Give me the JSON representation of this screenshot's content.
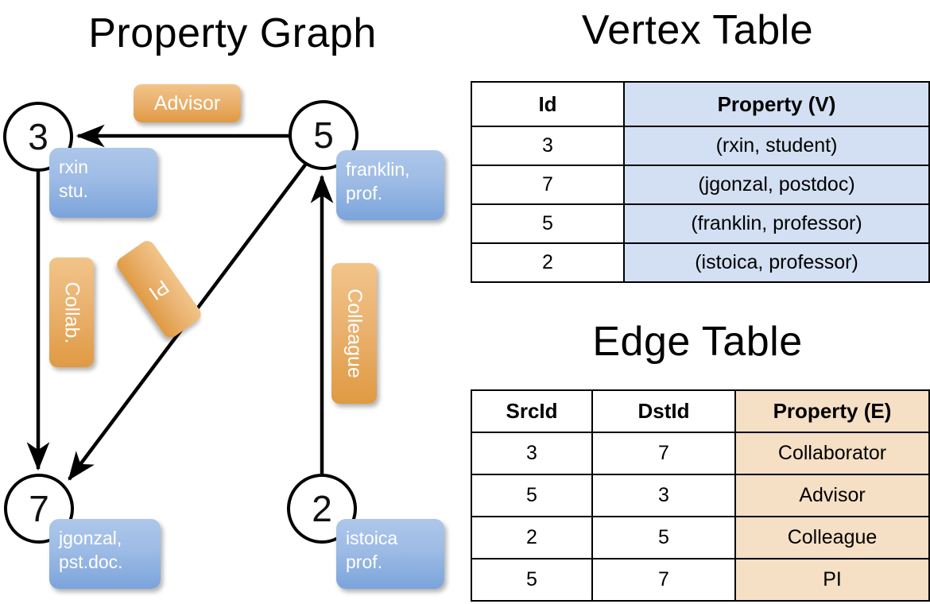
{
  "titles": {
    "graph": "Property Graph",
    "vertex_table": "Vertex Table",
    "edge_table": "Edge Table"
  },
  "graph": {
    "vertices": [
      {
        "id": "3",
        "label": "rxin\nstu.",
        "name_line1": "rxin",
        "name_line2": "stu."
      },
      {
        "id": "5",
        "label": "franklin, prof.",
        "name_line1": "franklin,",
        "name_line2": "prof."
      },
      {
        "id": "7",
        "label": "jgonzal, pst.doc.",
        "name_line1": "jgonzal,",
        "name_line2": "pst.doc."
      },
      {
        "id": "2",
        "label": "istoica prof.",
        "name_line1": "istoica",
        "name_line2": "prof."
      }
    ],
    "edge_badges": [
      {
        "name": "advisor",
        "label": "Advisor",
        "orientation": "horizontal"
      },
      {
        "name": "collab",
        "label": "Collab.",
        "orientation": "vertical"
      },
      {
        "name": "pi",
        "label": "PI",
        "orientation": "diagonal"
      },
      {
        "name": "colleague",
        "label": "Colleague",
        "orientation": "vertical"
      }
    ],
    "edges": [
      {
        "from": "5",
        "to": "3",
        "label": "Advisor"
      },
      {
        "from": "3",
        "to": "7",
        "label": "Collab."
      },
      {
        "from": "5",
        "to": "7",
        "label": "PI"
      },
      {
        "from": "2",
        "to": "5",
        "label": "Colleague"
      }
    ]
  },
  "vertex_table": {
    "headers": [
      "Id",
      "Property (V)"
    ],
    "rows": [
      {
        "id": "3",
        "property": "(rxin, student)"
      },
      {
        "id": "7",
        "property": "(jgonzal, postdoc)"
      },
      {
        "id": "5",
        "property": "(franklin, professor)"
      },
      {
        "id": "2",
        "property": "(istoica, professor)"
      }
    ]
  },
  "edge_table": {
    "headers": [
      "SrcId",
      "DstId",
      "Property (E)"
    ],
    "rows": [
      {
        "src": "3",
        "dst": "7",
        "property": "Collaborator"
      },
      {
        "src": "5",
        "dst": "3",
        "property": "Advisor"
      },
      {
        "src": "2",
        "dst": "5",
        "property": "Colleague"
      },
      {
        "src": "5",
        "dst": "7",
        "property": "PI"
      }
    ]
  },
  "colors": {
    "vertex_property_fill": "#d3dff2",
    "edge_property_fill": "#f5dfc5",
    "node_box_blue": "#7ba4db",
    "edge_badge_orange": "#e09a43",
    "stroke": "#000000",
    "background": "#ffffff"
  }
}
